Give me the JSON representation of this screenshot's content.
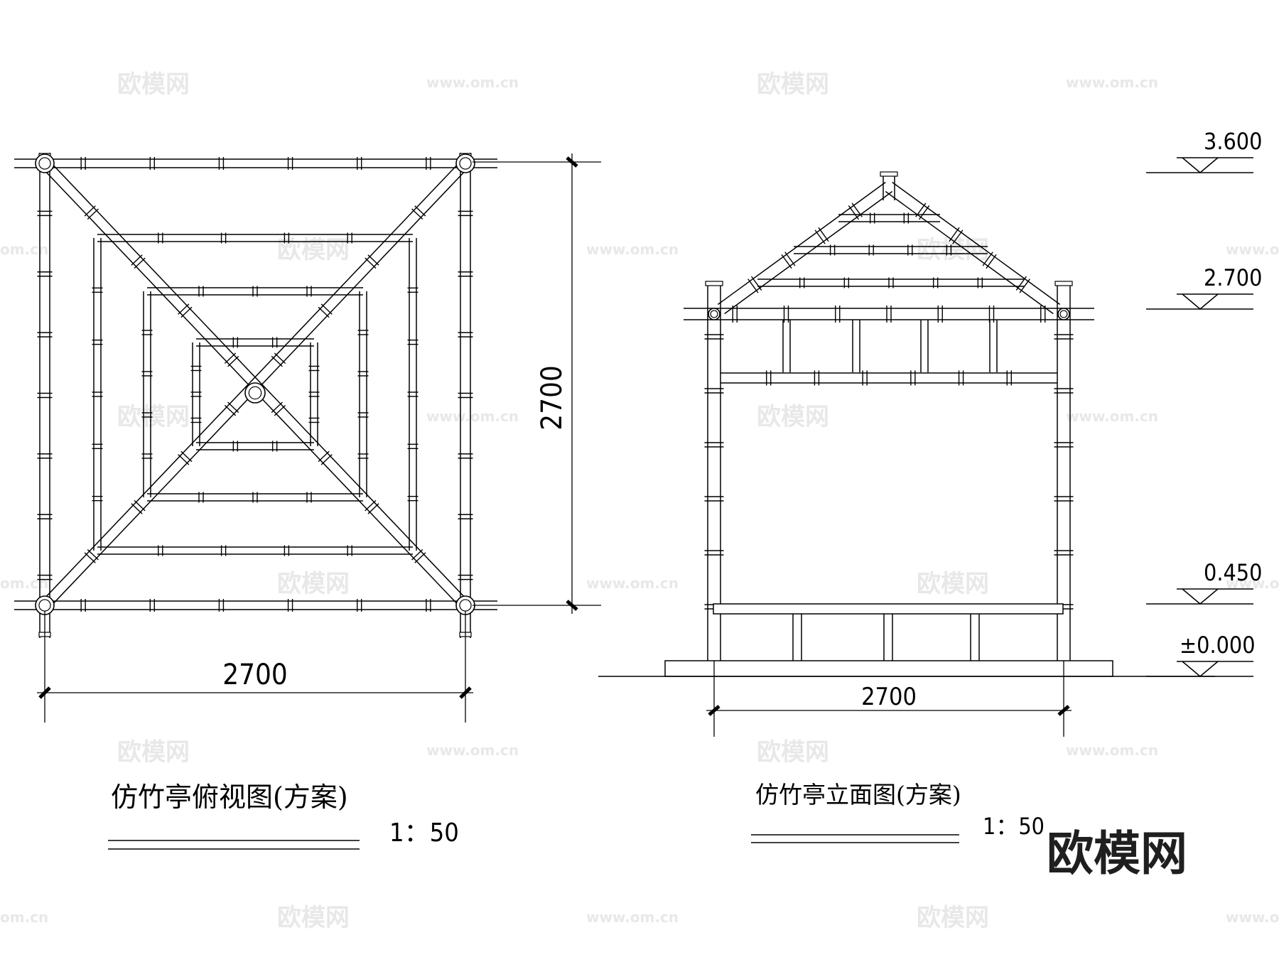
{
  "watermark": {
    "brand_text": "欧模网",
    "url_text": "www.om.cn",
    "url_fragment": "om.cn"
  },
  "plan_view": {
    "title": "仿竹亭俯视图(方案)",
    "scale": "1：50",
    "dim_width": "2700",
    "dim_depth": "2700"
  },
  "elevation_view": {
    "title": "仿竹亭立面图(方案)",
    "scale": "1：50",
    "dim_width": "2700",
    "levels": [
      "3.600",
      "2.700",
      "0.450",
      "±0.000"
    ]
  },
  "logo": {
    "text": "欧模网"
  },
  "colors": {
    "line": "#000000",
    "watermark": "#e8e8e8",
    "background": "#ffffff"
  }
}
